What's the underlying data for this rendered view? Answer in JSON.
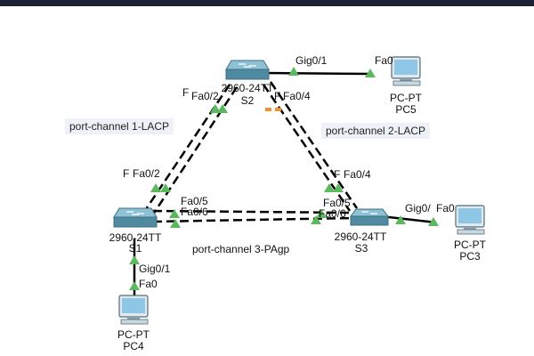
{
  "devices": {
    "s1": {
      "model": "2960-24TT",
      "name": "S1"
    },
    "s2": {
      "model": "2960-24TT",
      "name": "S2"
    },
    "s3": {
      "model": "2960-24TT",
      "name": "S3"
    },
    "pc3": {
      "model": "PC-PT",
      "name": "PC3"
    },
    "pc4": {
      "model": "PC-PT",
      "name": "PC4"
    },
    "pc5": {
      "model": "PC-PT",
      "name": "PC5"
    }
  },
  "ports": {
    "s2_gig01": "Gig0/1",
    "pc5_fa0": "Fa0",
    "s2_fa02": "Fa0/2",
    "s2_fa02_prefix": "F",
    "s2_fa04": "Fa0/4",
    "s2_fa04_prefix": "F",
    "s1_fa02": "Fa0/2",
    "s1_fa02_prefix": "F",
    "s3_fa04": "Fa0/4",
    "s3_fa04_prefix": "F",
    "s1_fa05": "Fa0/5",
    "s1_fa06": "Fa0/6",
    "s3_fa05": "Fa0/5",
    "s3_fa06": "Fa0/6",
    "s3_gig0": "Gig0/",
    "pc3_fa0": "Fa0",
    "s1_gig01": "Gig0/1",
    "pc4_fa0": "Fa0"
  },
  "notes": {
    "pc1": "port-channel 1-LACP",
    "pc2": "port-channel 2-LACP",
    "pc3": "port-channel 3-PAgp"
  },
  "colors": {
    "link": "#000000",
    "port_up": "#5cb85c",
    "port_blocking": "#f0932b",
    "switch_top": "#7fb3c8",
    "switch_side": "#4b7f95",
    "pc_screen": "#8ec6e6",
    "note_bg": "#eef1f8"
  }
}
